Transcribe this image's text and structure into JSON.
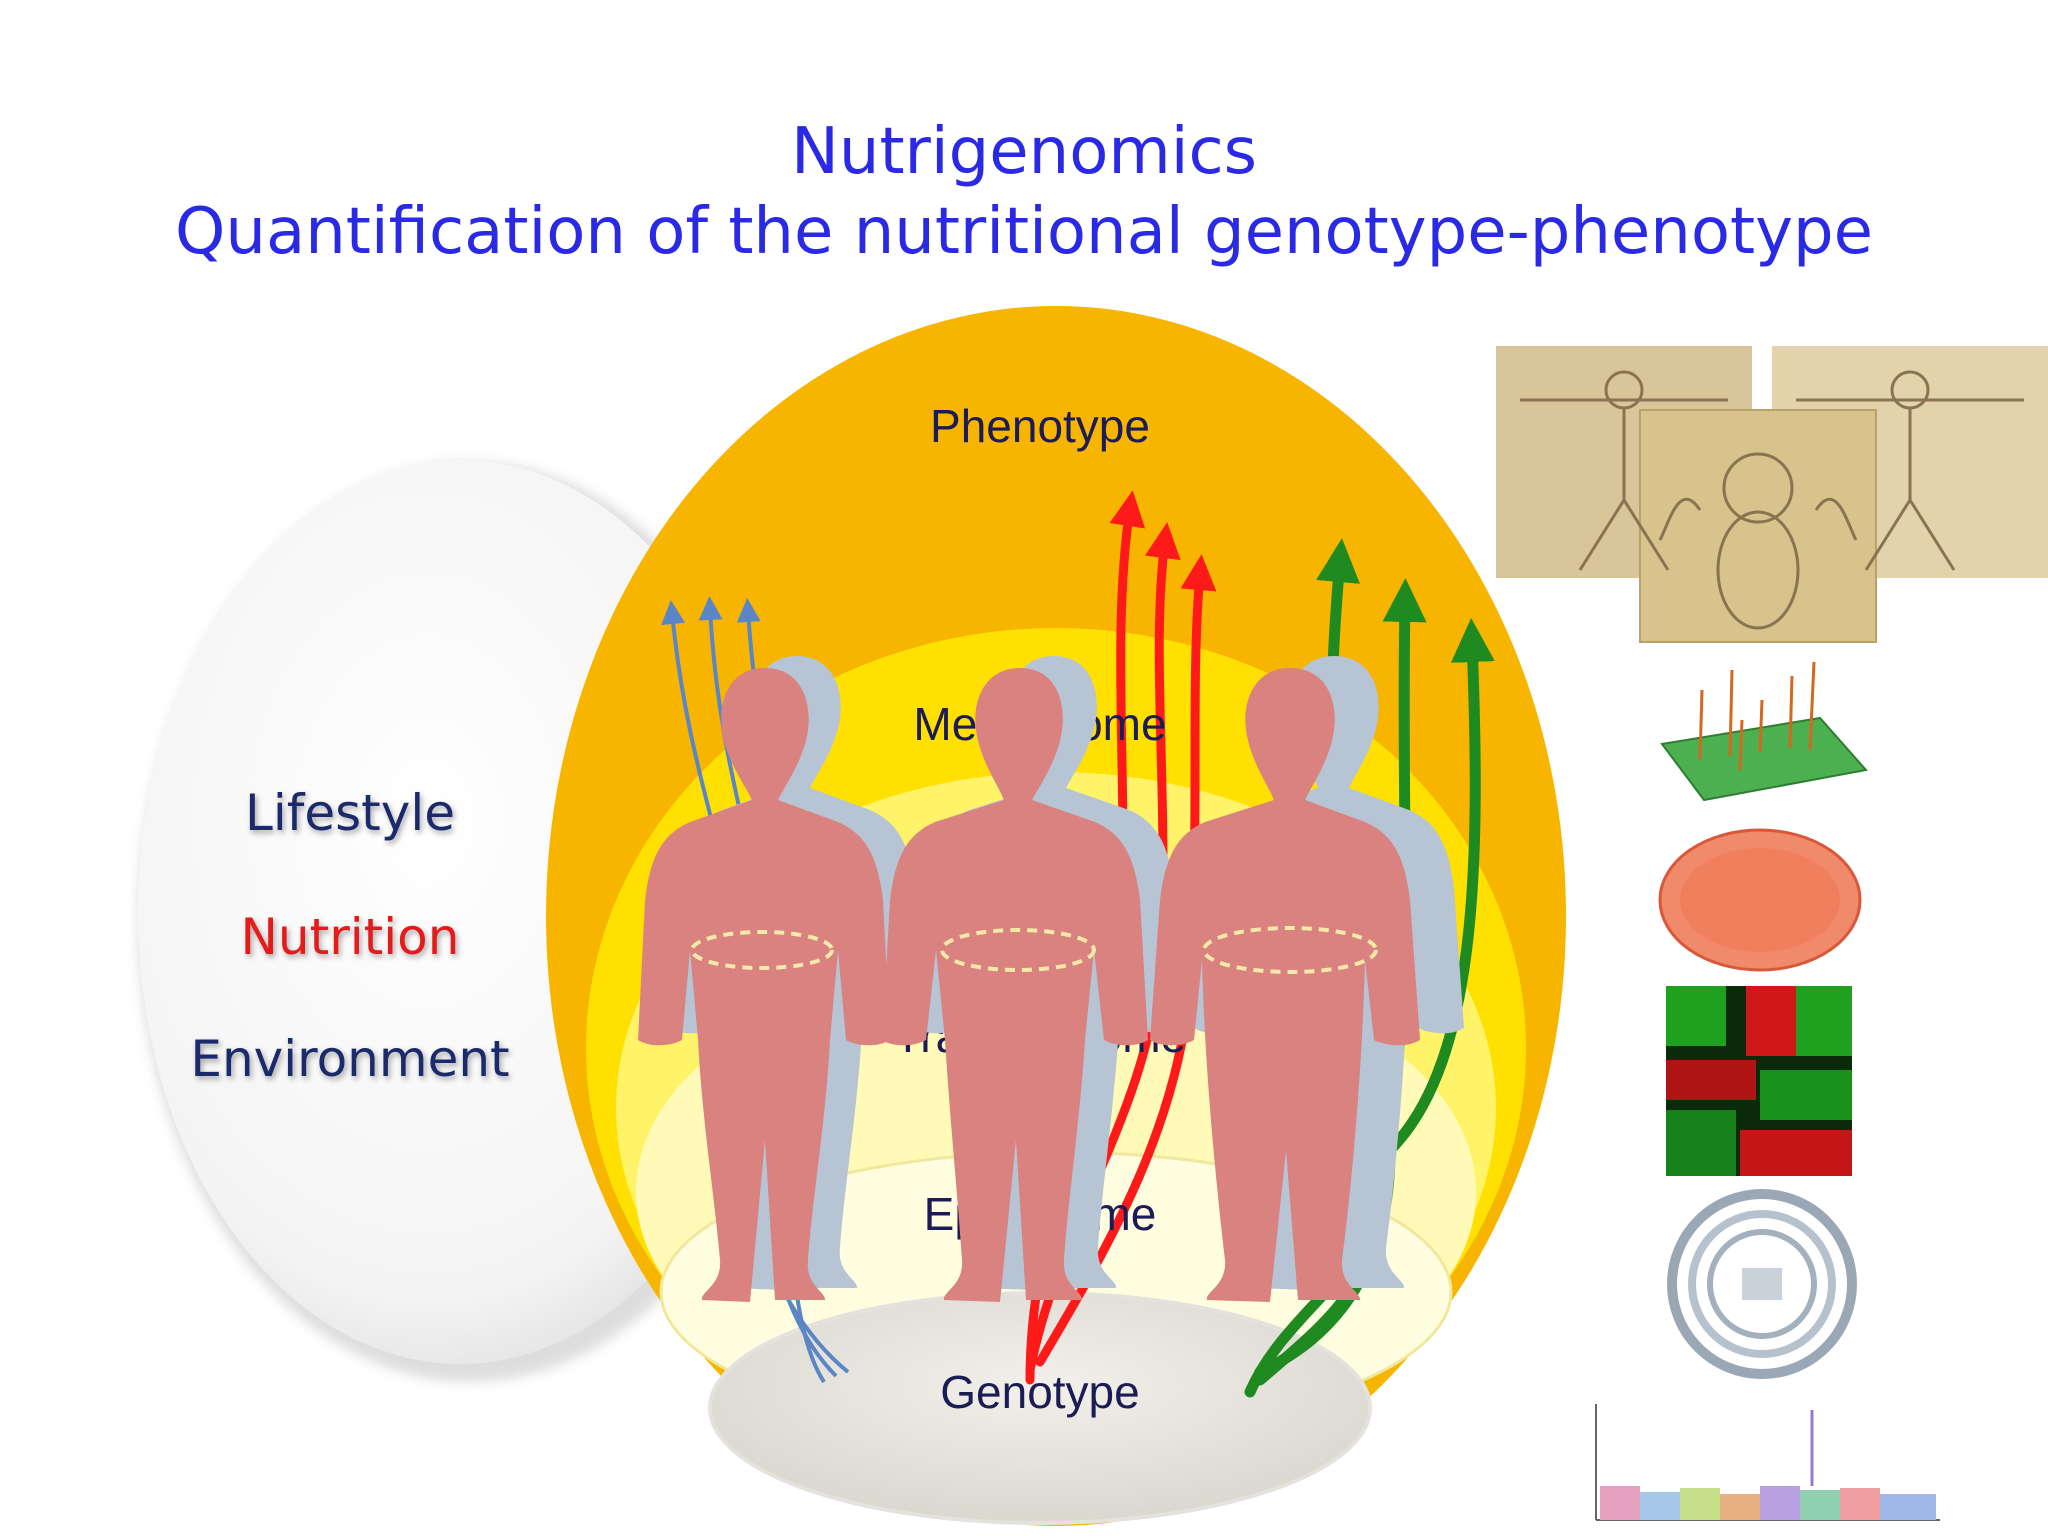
{
  "title": {
    "line1": "Nutrigenomics",
    "line2": "Quantification of the nutritional genotype-phenotype"
  },
  "factors": [
    {
      "label": "Lifestyle",
      "color": "#1b2a6b"
    },
    {
      "label": "Nutrition",
      "color": "#e41b1b"
    },
    {
      "label": "Environment",
      "color": "#1b2a6b"
    }
  ],
  "layers": {
    "phenotype": "Phenotype",
    "metabolome": "Metabolome",
    "transcriptome": "Transcriptome",
    "epigenome": "Epigenome",
    "genotype": "Genotype"
  },
  "colors": {
    "title": "#2a2ae6",
    "phenotype_layer": "#f7b500",
    "metabolome_layer": "#ffe000",
    "figure_fill": "#d9827f",
    "arrow_blue": "#5b86c6",
    "arrow_red": "#ff1a1a",
    "arrow_green": "#1f8a1f"
  },
  "thumbnails": [
    {
      "name": "vitruvian-man-drawings"
    },
    {
      "name": "3d-spectrum-plot"
    },
    {
      "name": "network-graph"
    },
    {
      "name": "microarray-heatmap"
    },
    {
      "name": "circular-genome-plot"
    },
    {
      "name": "manhattan-plot"
    }
  ]
}
